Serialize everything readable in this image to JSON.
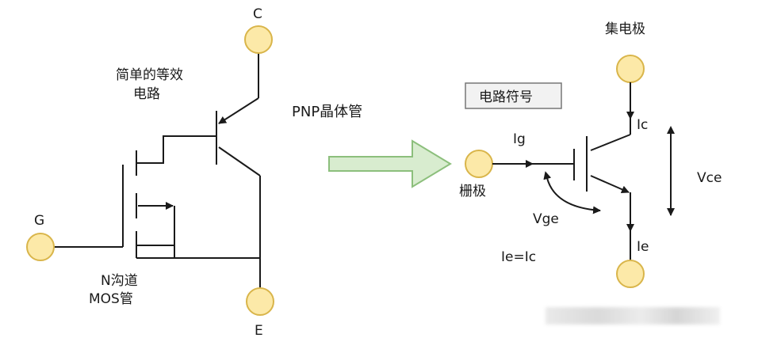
{
  "left": {
    "terminal_c": "C",
    "terminal_e": "E",
    "terminal_g": "G",
    "equiv_line1": "简单的等效",
    "equiv_line2": "电路",
    "pnp_label": "PNP晶体管",
    "mos_line1": "N沟道",
    "mos_line2": "MOS管"
  },
  "right": {
    "collector_label": "集电极",
    "symbol_box_label": "电路符号",
    "gate_label": "栅极",
    "ig_label": "Ig",
    "ic_label": "Ic",
    "ie_label": "Ie",
    "vge_label": "Vge",
    "vce_label": "Vce",
    "ie_eq_ic": "Ie=Ic"
  },
  "colors": {
    "terminal_fill": "#fce9a8",
    "terminal_stroke": "#d9b54a",
    "arrow_fill": "#d8eccf",
    "arrow_stroke": "#8cbf7c",
    "box_fill": "#f2f2f2",
    "box_stroke": "#777777"
  }
}
